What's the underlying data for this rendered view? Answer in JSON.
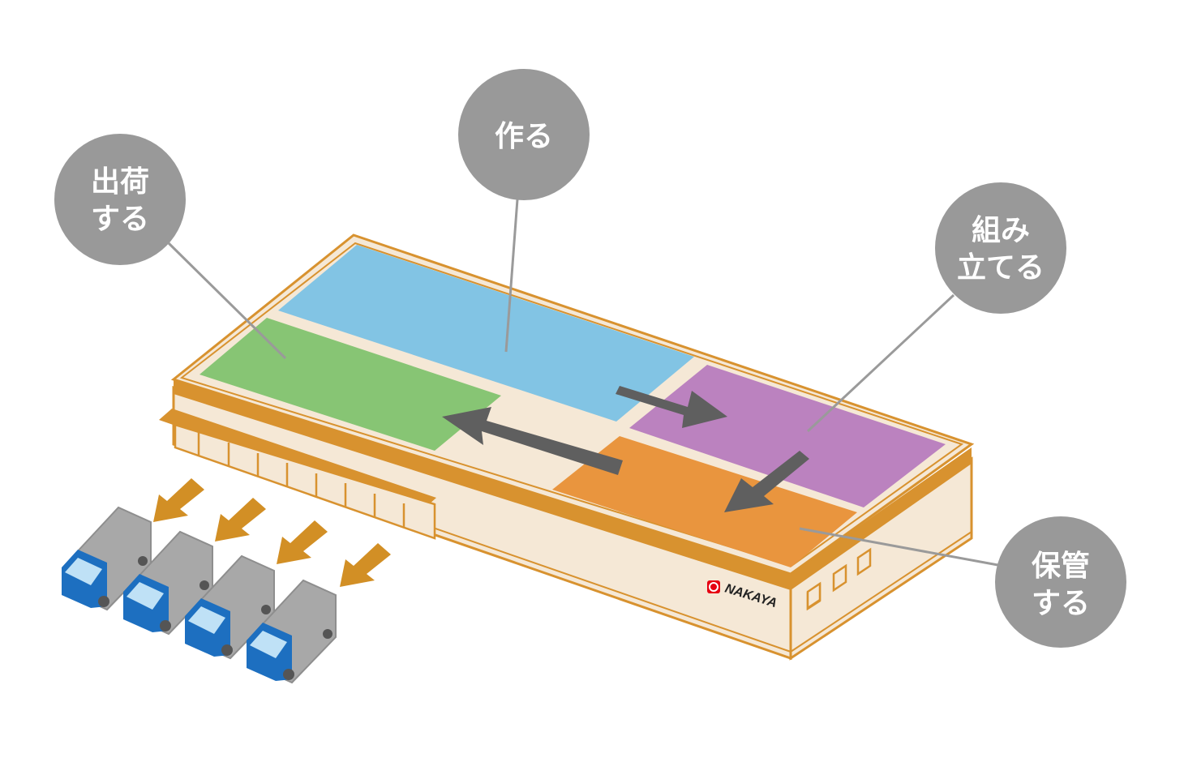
{
  "labels": {
    "make": "作る",
    "ship_line1": "出荷",
    "ship_line2": "する",
    "assemble_line1": "組み",
    "assemble_line2": "立てる",
    "store_line1": "保管",
    "store_line2": "する"
  },
  "logo": {
    "text": "NAKAYA"
  },
  "colors": {
    "bubble": "#999999",
    "leader_line": "#9a9a9a",
    "make_zone": "#82c4e4",
    "ship_zone": "#87c574",
    "assemble_zone": "#bb82bf",
    "store_zone": "#e9953e",
    "building_outline": "#d8922f",
    "roof_cream": "#f5e8d6",
    "flow_arrow": "#5f5f5f",
    "ship_arrow": "#d28f25",
    "truck_body": "#a8a8a8",
    "truck_cab": "#1d6fc0",
    "logo_red": "#e60012"
  }
}
